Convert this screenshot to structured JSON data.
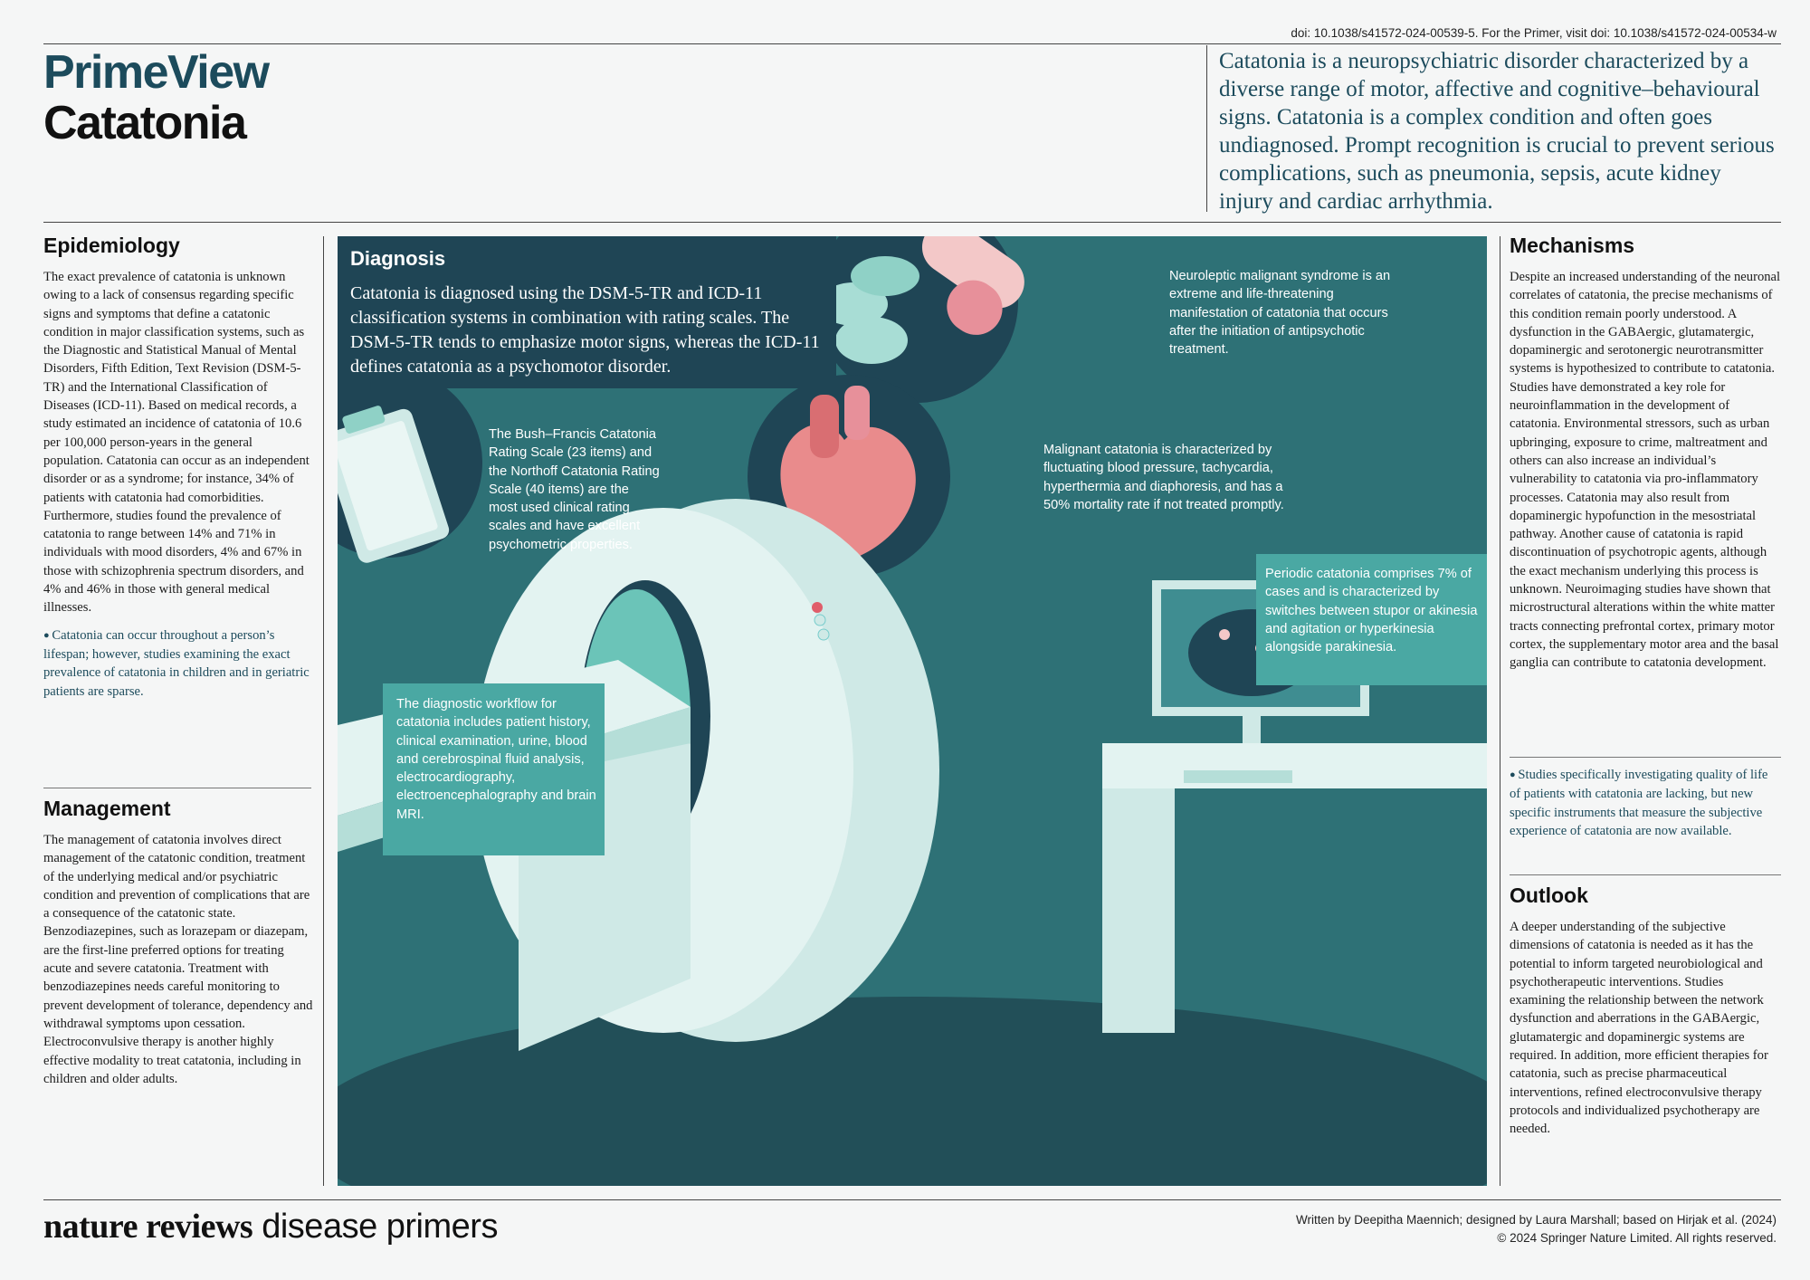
{
  "header": {
    "doi": "doi: 10.1038/s41572-024-00539-5. For the Primer, visit doi: 10.1038/s41572-024-00534-w",
    "series": "PrimeView",
    "topic": "Catatonia",
    "intro": "Catatonia is a neuropsychiatric disorder characterized by a diverse range of motor, affective and cognitive–behavioural signs. Catatonia is a complex condition and often goes undiagnosed. Prompt recognition is crucial to prevent serious complications, such as pneumonia, sepsis, acute kidney injury and cardiac arrhythmia."
  },
  "epidemiology": {
    "title": "Epidemiology",
    "body": "The exact prevalence of catatonia is unknown owing to a lack of consensus regarding specific signs and symptoms that define a catatonic condition in major classification systems, such as the Diagnostic and Statistical Manual of Mental Disorders, Fifth Edition, Text Revision (DSM-5-TR) and the International Classification of Diseases (ICD-11). Based on medical records, a study estimated an incidence of catatonia of 10.6 per 100,000 person-years in the general population. Catatonia can occur as an independent disorder or as a syndrome; for instance, 34% of patients with catatonia had comorbidities. Furthermore, studies found the prevalence of catatonia to range between 14% and 71% in individuals with mood disorders, 4% and 67% in those with schizophrenia spectrum disorders, and 4% and 46% in those with general medical illnesses.",
    "highlight": "Catatonia can occur throughout a person’s lifespan; however, studies examining the exact prevalence of catatonia in children and in geriatric patients are sparse."
  },
  "management": {
    "title": "Management",
    "body": "The management of catatonia involves direct management of the catatonic condition, treatment of the underlying medical and/or psychiatric condition and prevention of complications that are a consequence of the catatonic state. Benzodiazepines, such as lorazepam or diazepam, are the first-line preferred options for treating acute and severe catatonia. Treatment with benzodiazepines needs careful monitoring to prevent development of tolerance, dependency and withdrawal symptoms upon cessation. Electroconvulsive therapy is another highly effective modality to treat catatonia, including in children and older adults."
  },
  "diagnosis": {
    "title": "Diagnosis",
    "body": "Catatonia is diagnosed using the DSM-5-TR and ICD-11 classification systems in combination with rating scales. The DSM-5-TR tends to emphasize motor signs, whereas the ICD-11 defines catatonia as a psychomotor disorder.",
    "nms": "Neuroleptic malignant syndrome is an extreme and life-threatening manifestation of catatonia that occurs after the initiation of antipsychotic treatment.",
    "scales": "The Bush–Francis Catatonia Rating Scale (23 items) and the Northoff Catatonia Rating Scale (40 items) are the most used clinical rating scales and have excellent psychometric properties.",
    "malignant": "Malignant catatonia is characterized by fluctuating blood pressure, tachycardia, hyperthermia and diaphoresis, and has a 50% mortality rate if not treated promptly.",
    "periodic": "Periodic catatonia comprises 7% of cases and is characterized by switches between stupor or akinesia and agitation or hyperkinesia alongside parakinesia.",
    "workflow": "The diagnostic workflow for catatonia includes patient history, clinical examination, urine, blood and cerebrospinal fluid analysis, electrocardiography, electroencephalography  and brain MRI."
  },
  "mechanisms": {
    "title": "Mechanisms",
    "body": "Despite an increased understanding of the neuronal correlates of catatonia, the precise mechanisms of this condition remain poorly understood. A dysfunction in the GABAergic, glutamatergic, dopaminergic and serotonergic neurotransmitter systems is hypothesized to contribute to catatonia. Studies have demonstrated a key role for neuroinflammation in the development of catatonia. Environmental stressors, such as urban upbringing, exposure to crime, maltreatment and others can also increase an individual’s vulnerability to catatonia via pro-inflammatory processes. Catatonia may also result from dopaminergic hypofunction in the mesostriatal pathway. Another cause of catatonia is rapid discontinuation of psychotropic agents, although the exact mechanism underlying this process is unknown. Neuroimaging studies have shown that microstructural alterations within the white matter tracts connecting prefrontal cortex, primary motor cortex, the supplementary motor area and the basal ganglia can contribute to catatonia development.",
    "highlight": "Studies specifically investigating quality of life of patients with catatonia are lacking, but new specific instruments that measure the subjective experience of catatonia are now available."
  },
  "outlook": {
    "title": "Outlook",
    "body": "A deeper understanding of the subjective dimensions of catatonia is needed as it has the potential to inform targeted neurobiological and psychotherapeutic interventions. Studies examining the relationship between the network dysfunction and aberrations in the GABAergic, glutamatergic and dopaminergic systems are required. In addition, more efficient therapies for catatonia, such as precise pharmaceutical interventions, refined electroconvulsive therapy protocols and individualized psychotherapy are needed."
  },
  "footer": {
    "logo_bold": "nature reviews",
    "logo_light": " disease primers",
    "credit_line1": "Written by Deepitha Maennich; designed by Laura Marshall; based on Hirjak et al. (2024)",
    "credit_line2": "© 2024 Springer Nature Limited. All rights reserved."
  },
  "colors": {
    "brand_teal": "#1c4b5c",
    "panel_teal": "#2e7176",
    "caption_teal": "#4aa8a3",
    "mri_light": "#cfe9e6"
  },
  "icons": [
    "pills-icon",
    "clipboard-icon",
    "heart-icon",
    "mri-scanner-icon",
    "brain-monitor-icon"
  ]
}
